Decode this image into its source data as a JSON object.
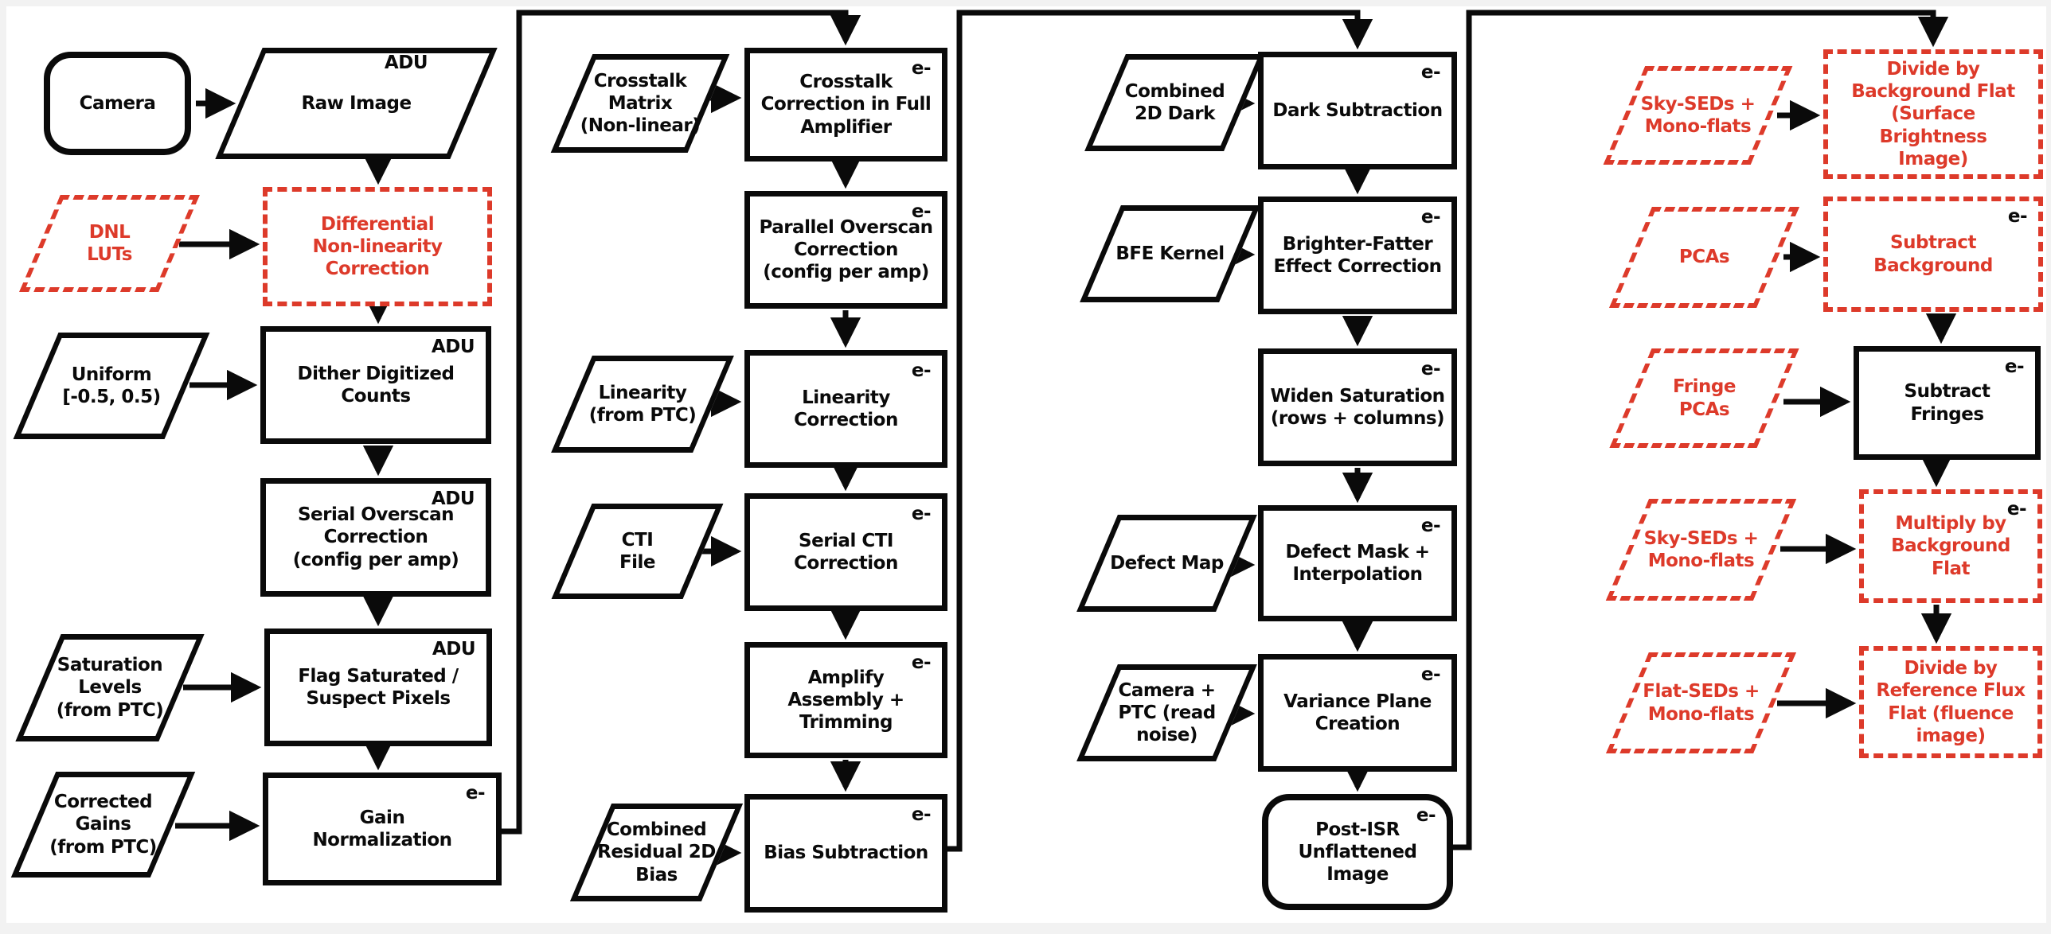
{
  "colors": {
    "accent_red": "#dd3a2a",
    "line_black": "#0a0a0a",
    "frame_gray": "#f2f2f2",
    "canvas_white": "#ffffff"
  },
  "units": {
    "adu": "ADU",
    "electrons": "e-"
  },
  "nodes": {
    "camera": {
      "label": "Camera"
    },
    "raw_image": {
      "label": "Raw Image",
      "badge": "ADU"
    },
    "dnl_luts": {
      "label": "DNL\nLUTs"
    },
    "diff_nl_correction": {
      "label": "Differential\nNon-linearity\nCorrection"
    },
    "uniform": {
      "label": "Uniform\n[-0.5, 0.5)"
    },
    "dither": {
      "label": "Dither Digitized\nCounts",
      "badge": "ADU"
    },
    "serial_overscan": {
      "label": "Serial Overscan\nCorrection\n(config per amp)",
      "badge": "ADU"
    },
    "saturation_levels": {
      "label": "Saturation\nLevels\n(from PTC)"
    },
    "flag_saturated": {
      "label": "Flag Saturated /\nSuspect Pixels",
      "badge": "ADU"
    },
    "corrected_gains": {
      "label": "Corrected\nGains\n(from PTC)"
    },
    "gain_normalization": {
      "label": "Gain\nNormalization",
      "badge": "e-"
    },
    "crosstalk_matrix": {
      "label": "Crosstalk\nMatrix\n(Non-linear)"
    },
    "crosstalk_correction": {
      "label": "Crosstalk\nCorrection in Full\nAmplifier",
      "badge": "e-"
    },
    "parallel_overscan": {
      "label": "Parallel Overscan\nCorrection\n(config per amp)",
      "badge": "e-"
    },
    "linearity_ptc": {
      "label": "Linearity\n(from PTC)"
    },
    "linearity_correction": {
      "label": "Linearity\nCorrection",
      "badge": "e-"
    },
    "cti_file": {
      "label": "CTI\nFile"
    },
    "serial_cti": {
      "label": "Serial CTI\nCorrection",
      "badge": "e-"
    },
    "amplify_assembly": {
      "label": "Amplify\nAssembly +\nTrimming",
      "badge": "e-"
    },
    "combined_residual_bias": {
      "label": "Combined\nResidual 2D\nBias"
    },
    "bias_subtraction": {
      "label": "Bias Subtraction",
      "badge": "e-"
    },
    "combined_2d_dark": {
      "label": "Combined\n2D Dark"
    },
    "dark_subtraction": {
      "label": "Dark Subtraction",
      "badge": "e-"
    },
    "bfe_kernel": {
      "label": "BFE Kernel"
    },
    "bfe_correction": {
      "label": "Brighter-Fatter\nEffect Correction",
      "badge": "e-"
    },
    "widen_saturation": {
      "label": "Widen Saturation\n(rows + columns)",
      "badge": "e-"
    },
    "defect_map": {
      "label": "Defect Map"
    },
    "defect_mask": {
      "label": "Defect Mask +\nInterpolation",
      "badge": "e-"
    },
    "camera_ptc": {
      "label": "Camera +\nPTC (read\nnoise)"
    },
    "variance_plane": {
      "label": "Variance Plane\nCreation",
      "badge": "e-"
    },
    "post_isr": {
      "label": "Post-ISR\nUnflattened\nImage",
      "badge": "e-"
    },
    "sky_seds_1": {
      "label": "Sky-SEDs +\nMono-flats"
    },
    "divide_background_flat": {
      "label": "Divide by\nBackground Flat\n(Surface\nBrightness\nImage)"
    },
    "pcas": {
      "label": "PCAs"
    },
    "subtract_background": {
      "label": "Subtract\nBackground",
      "badge": "e-"
    },
    "fringe_pcas": {
      "label": "Fringe\nPCAs"
    },
    "subtract_fringes": {
      "label": "Subtract\nFringes",
      "badge": "e-"
    },
    "sky_seds_2": {
      "label": "Sky-SEDs +\nMono-flats"
    },
    "multiply_background_flat": {
      "label": "Multiply by\nBackground\nFlat",
      "badge": "e-"
    },
    "flat_seds": {
      "label": "Flat-SEDs +\nMono-flats"
    },
    "divide_reference_flux": {
      "label": "Divide by\nReference Flux\nFlat (fluence\nimage)"
    }
  }
}
